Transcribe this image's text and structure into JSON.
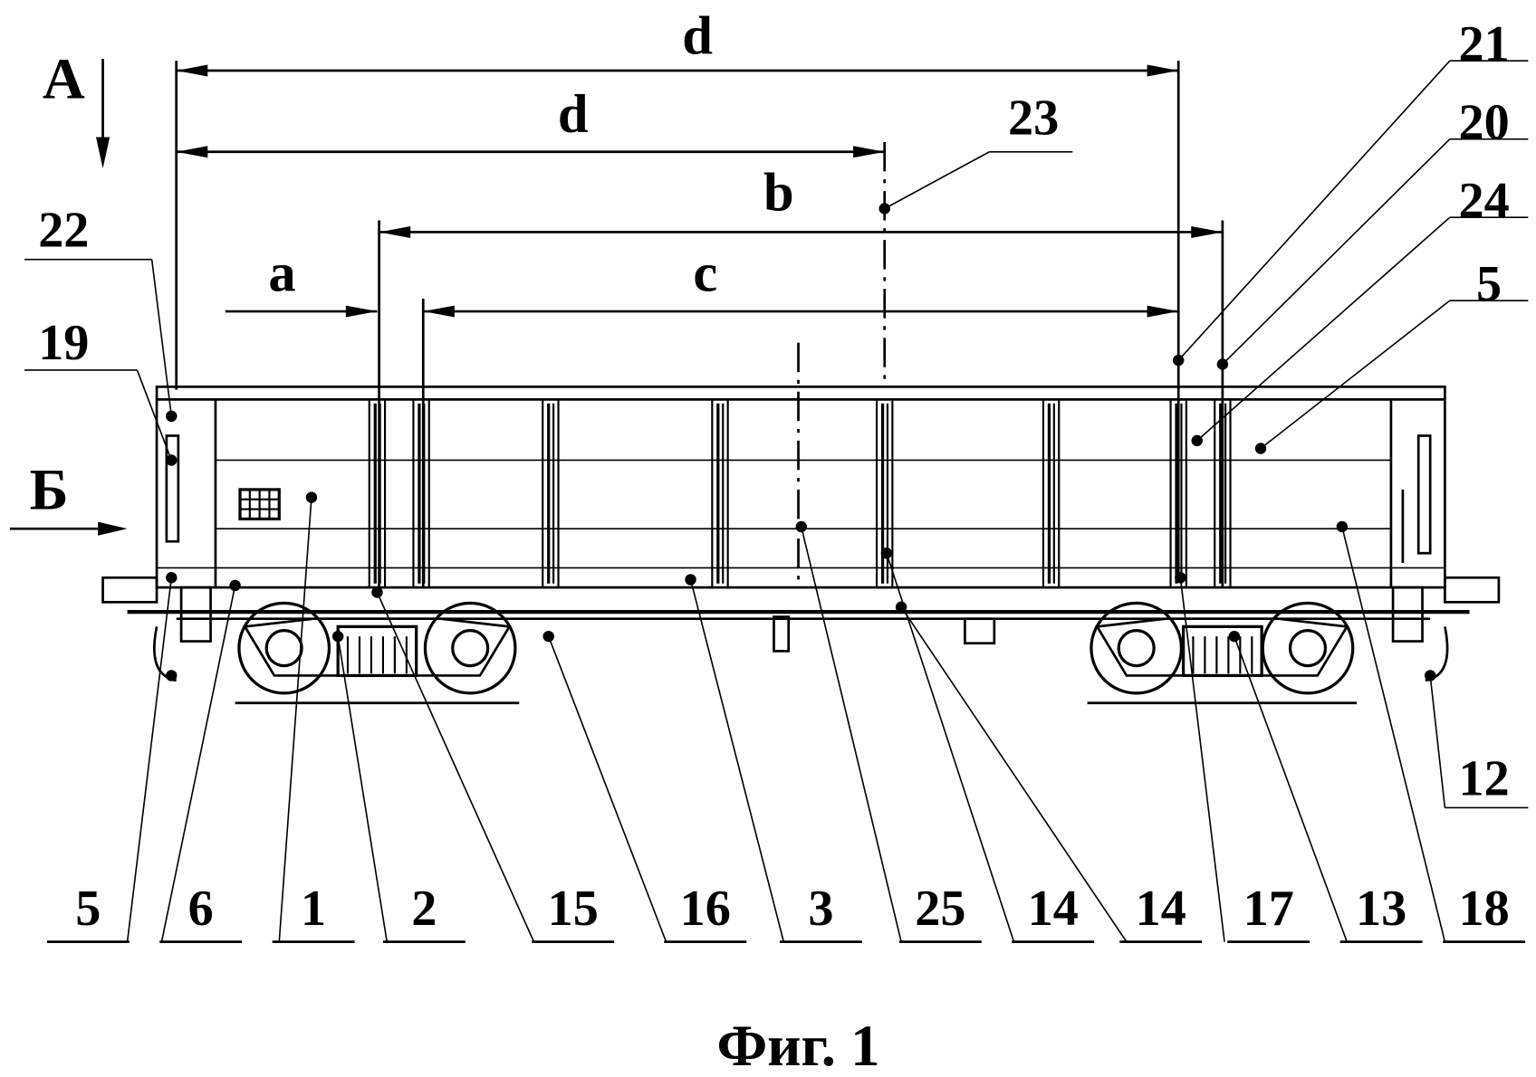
{
  "figure_caption": "Фиг. 1",
  "view_markers": {
    "top_view": "А",
    "side_view": "Б"
  },
  "dimensions": {
    "d_outer": "d",
    "d_inner": "d",
    "b": "b",
    "c": "c",
    "a": "a"
  },
  "callouts_top_right": [
    "21",
    "20",
    "24",
    "5"
  ],
  "callouts_left": [
    "22",
    "19"
  ],
  "callout_23": "23",
  "callout_12": "12",
  "callouts_bottom": [
    "5",
    "6",
    "1",
    "2",
    "15",
    "16",
    "3",
    "25",
    "14",
    "14",
    "17",
    "13",
    "18"
  ]
}
